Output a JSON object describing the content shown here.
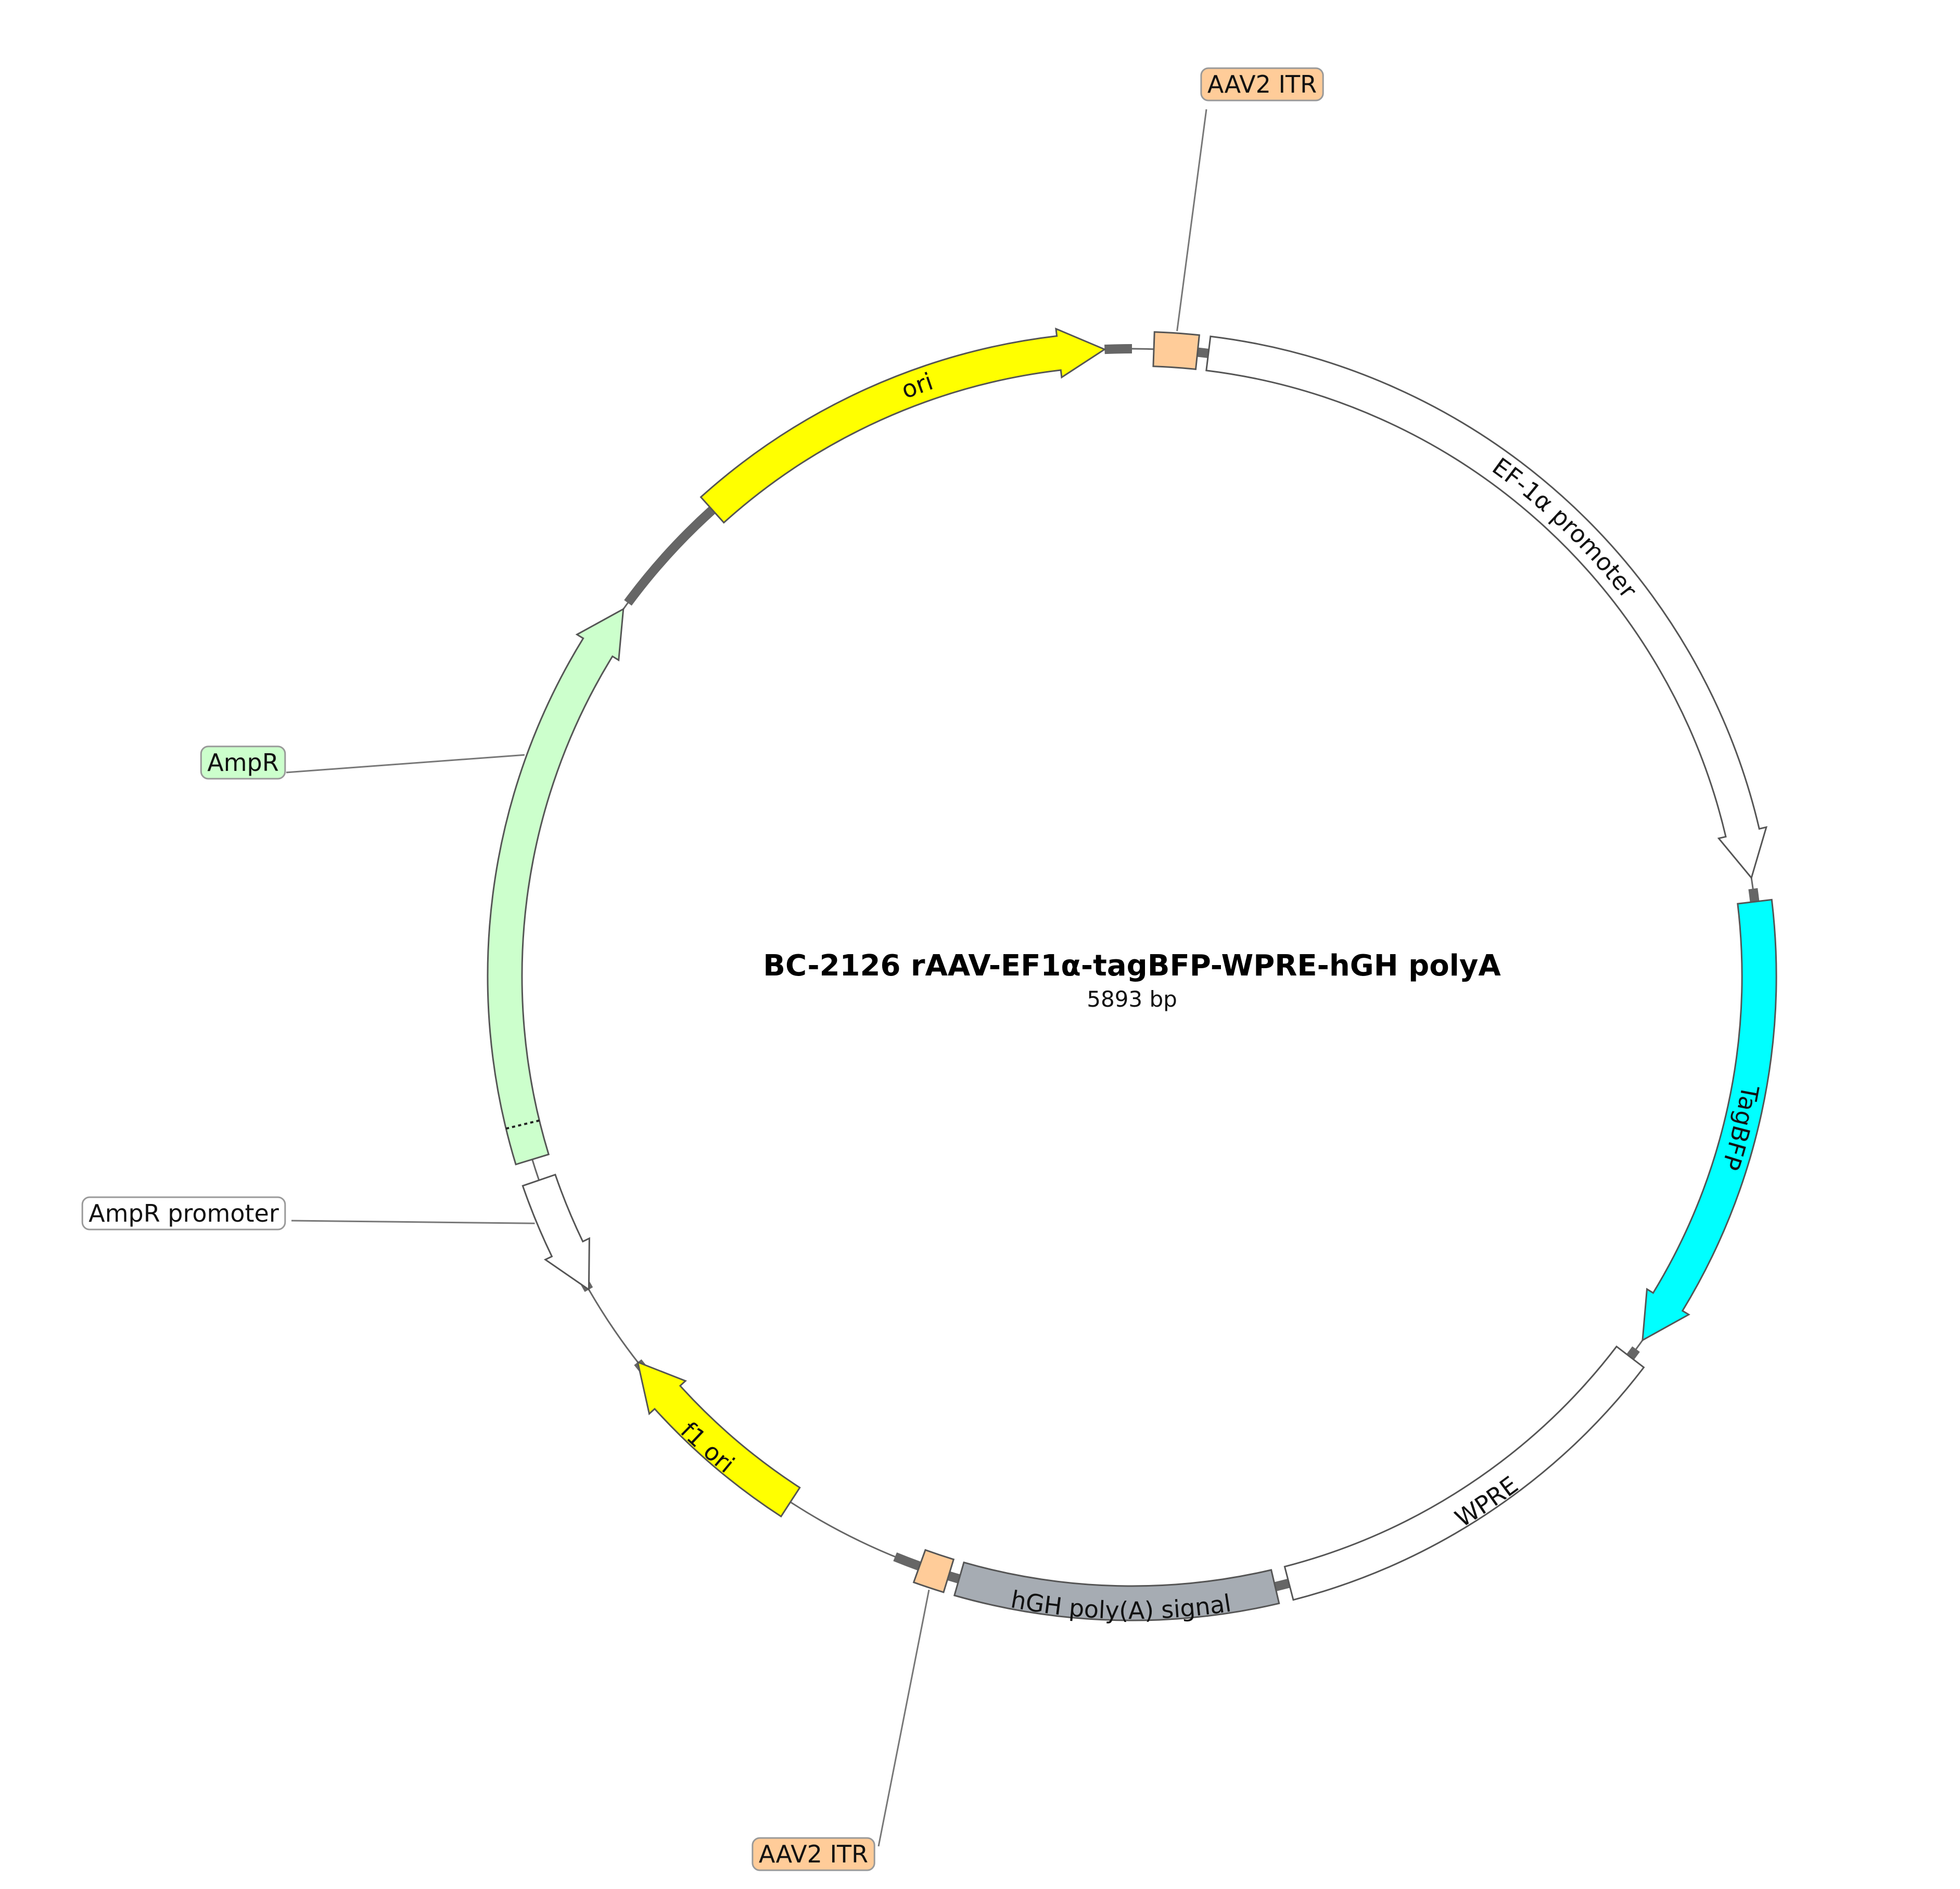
{
  "map": {
    "title": "BC-2126   rAAV-EF1α-tagBFP-WPRE-hGH polyA",
    "size_label": "5893 bp"
  },
  "colors": {
    "backbone": "#666666",
    "outline": "#555555",
    "itr": "#FFCC99",
    "ori": "#FFFF00",
    "promoter": "#FFFFFF",
    "tagbfp": "#00FFFF",
    "polya": "#A6ACB3",
    "ampr": "#CCFFCC"
  },
  "features": [
    {
      "id": "ori",
      "label": "ori",
      "type": "arrow",
      "color_key": "ori",
      "label_mode": "arc"
    },
    {
      "id": "itr-top",
      "label": "AAV2 ITR",
      "type": "box",
      "color_key": "itr",
      "label_mode": "callout"
    },
    {
      "id": "ef1a-promoter",
      "label": "EF-1α promoter",
      "type": "arrow",
      "color_key": "promoter",
      "label_mode": "arc"
    },
    {
      "id": "tagbfp",
      "label": "TagBFP",
      "type": "arrow",
      "color_key": "tagbfp",
      "label_mode": "arc"
    },
    {
      "id": "wpre",
      "label": "WPRE",
      "type": "box",
      "color_key": "promoter",
      "label_mode": "arc"
    },
    {
      "id": "hgh-polya",
      "label": "hGH poly(A) signal",
      "type": "box",
      "color_key": "polya",
      "label_mode": "arc"
    },
    {
      "id": "itr-bottom",
      "label": "AAV2 ITR",
      "type": "box",
      "color_key": "itr",
      "label_mode": "callout"
    },
    {
      "id": "f1-ori",
      "label": "f1 ori",
      "type": "arrow",
      "color_key": "ori",
      "label_mode": "arc"
    },
    {
      "id": "ampr-promoter",
      "label": "AmpR promoter",
      "type": "arrow",
      "color_key": "promoter",
      "label_mode": "callout"
    },
    {
      "id": "ampr",
      "label": "AmpR",
      "type": "arrow",
      "color_key": "ampr",
      "label_mode": "callout"
    }
  ]
}
